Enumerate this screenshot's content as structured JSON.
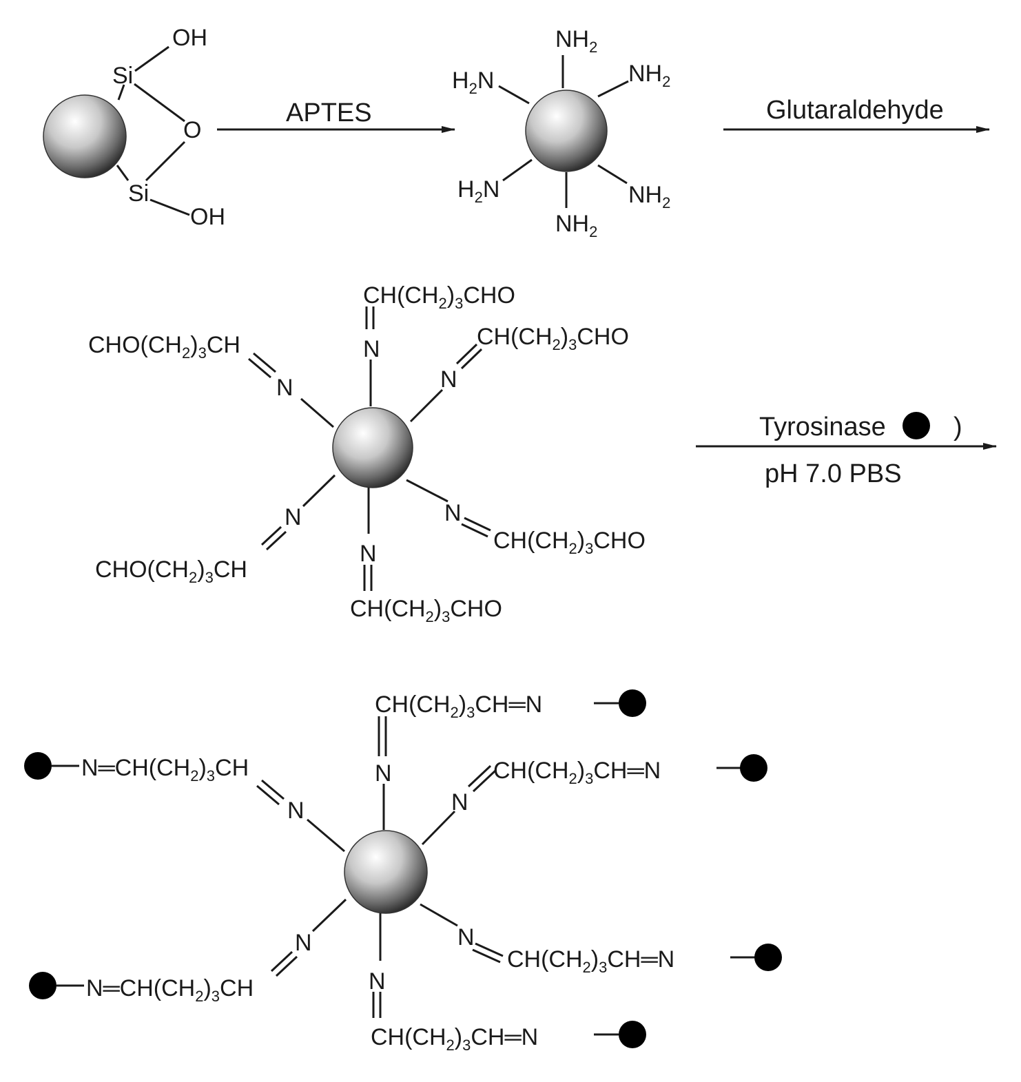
{
  "step1": {
    "labels": {
      "oh_top": "OH",
      "si_top": "Si",
      "o": "O",
      "si_bottom": "Si",
      "oh_bottom": "OH"
    },
    "reagent": "APTES"
  },
  "step2": {
    "amine": {
      "nh_prefix": "NH",
      "h2n_h": "H",
      "h2n_n": "N",
      "sub2": "2"
    },
    "reagent": "Glutaraldehyde"
  },
  "step3": {
    "ch_prefix": "CH(CH",
    "sub2": "2",
    "ch_suffix": ")",
    "sub3": "3",
    "cho": "CHO",
    "cho_prefix": "CHO(CH",
    "ch": "CH",
    "n": "N",
    "reagent": "Tyrosinase",
    "reagent_close": ")",
    "condition": "pH 7.0 PBS"
  },
  "step4": {
    "ch_prefix": "CH(CH",
    "sub2": "2",
    "ch_suffix": ")",
    "sub3": "3",
    "ch_eq_n": "CH═N",
    "n_eq_ch": "N═CH(CH",
    "ch": "CH",
    "n": "N"
  },
  "colors": {
    "ink": "#1a1a1a",
    "enzyme": "#000000",
    "sphere_light": "#ffffff",
    "sphere_dark": "#3a3a3a"
  }
}
